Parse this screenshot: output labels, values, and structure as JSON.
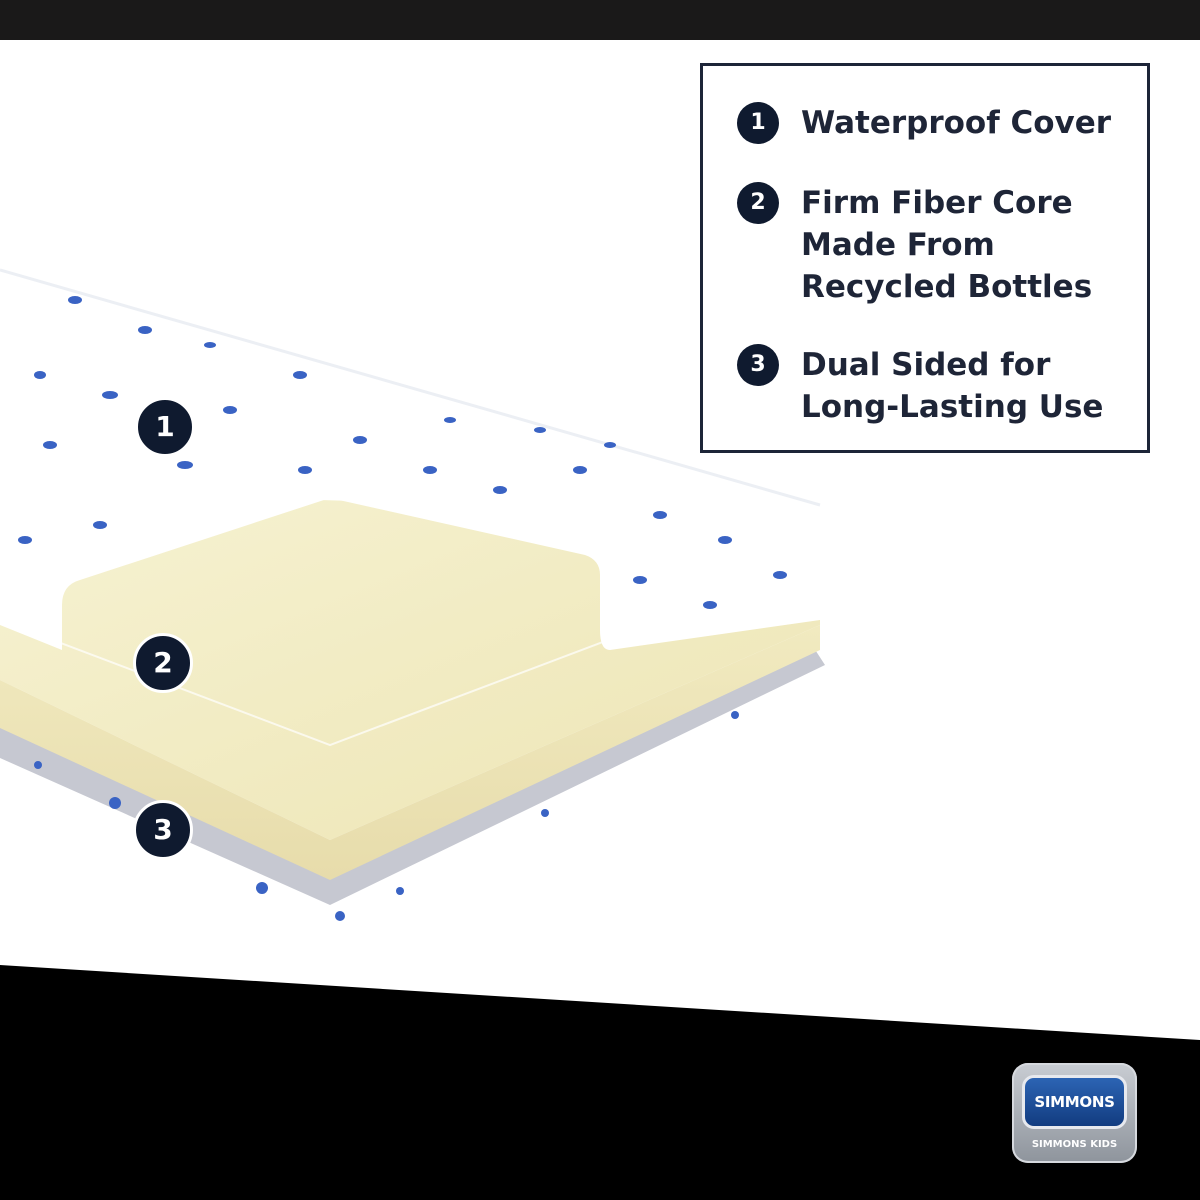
{
  "legend": {
    "items": [
      {
        "number": "1",
        "label": "Waterproof Cover"
      },
      {
        "number": "2",
        "label": "Firm Fiber Core\nMade From\nRecycled Bottles"
      },
      {
        "number": "3",
        "label": "Dual Sided for\nLong-Lasting Use"
      }
    ]
  },
  "layer_markers": [
    "1",
    "2",
    "3"
  ],
  "brand": {
    "name": "SIMMONS",
    "sub": "SIMMONS KIDS"
  },
  "colors": {
    "navy": "#0f1a2f",
    "core_yellow": "#f4efc8",
    "dot_blue": "#3a63c4",
    "band_black": "#000000",
    "pad_gray": "#c6c8d1"
  }
}
